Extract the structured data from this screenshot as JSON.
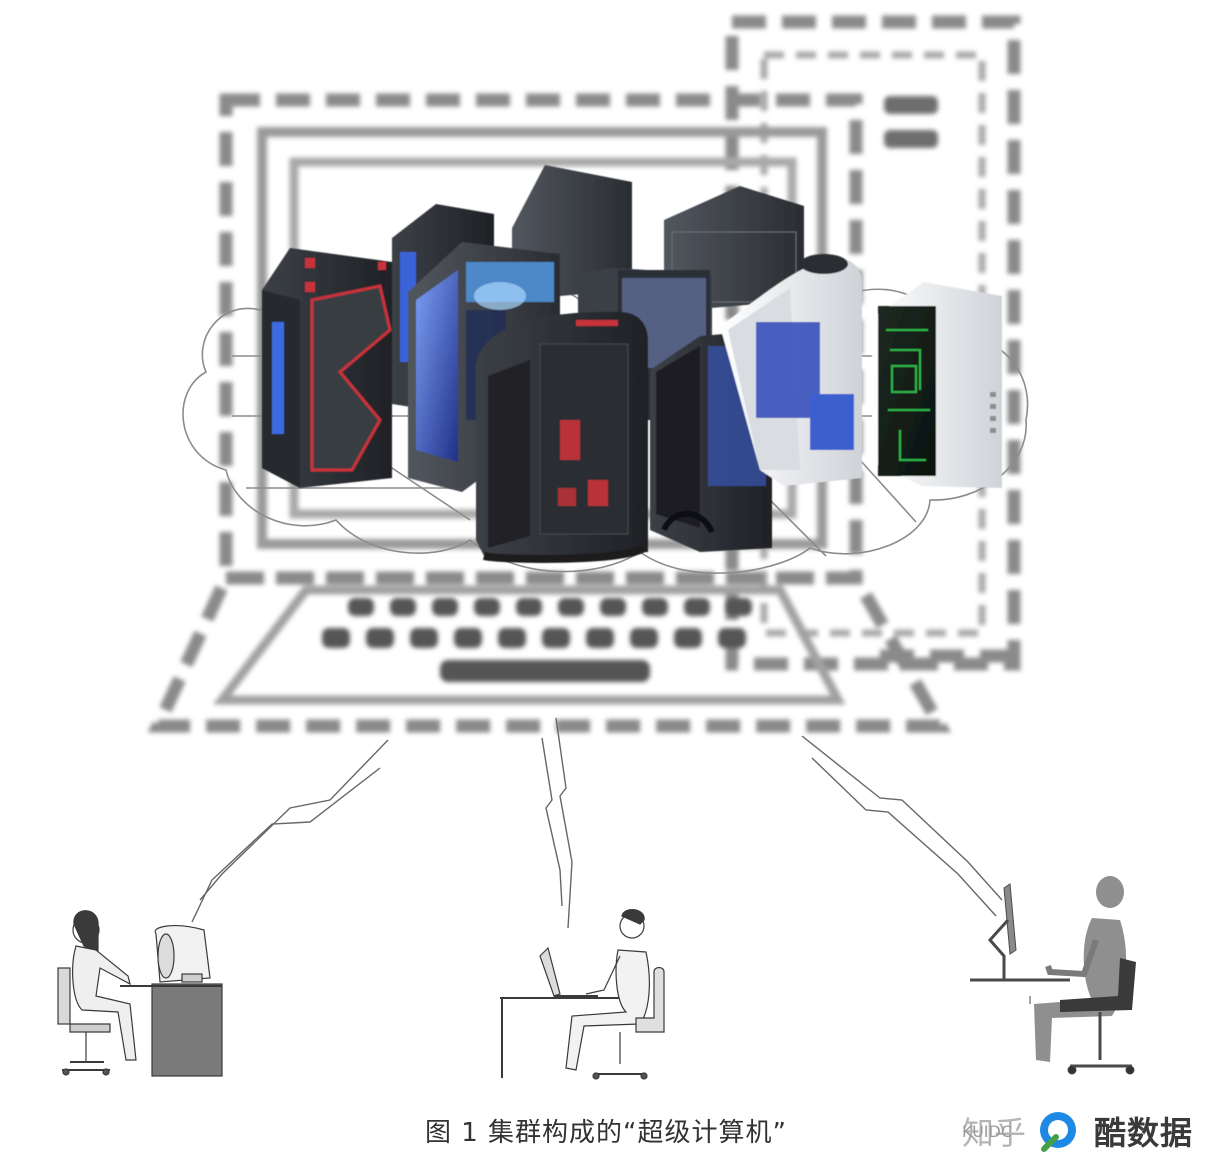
{
  "caption": "图 1  集群构成的“超级计算机”",
  "watermark": {
    "prefix": "知乎",
    "brand": "酷数据",
    "subtitle": "KUIDC"
  },
  "icons": [
    "cluster-pc-towers-icon",
    "laptop-outline-icon",
    "desk-user-icon",
    "lightning-link-icon"
  ],
  "colors": {
    "outline": "#8a8a8a",
    "tower_dark": "#2f3236",
    "tower_light": "#e9ecef",
    "accent_red": "#c8323a",
    "accent_blue": "#3a5fcf",
    "accent_green": "#2fb54a"
  }
}
